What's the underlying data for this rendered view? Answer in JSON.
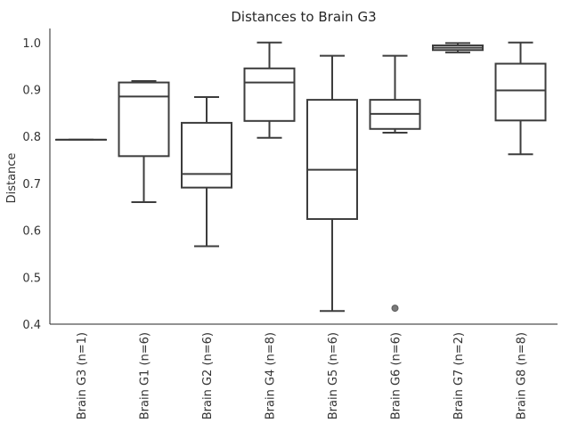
{
  "chart_data": {
    "type": "box",
    "title": "Distances to Brain G3",
    "xlabel": "",
    "ylabel": "Distance",
    "ylim": [
      0.4,
      1.03
    ],
    "yticks": [
      "0.4",
      "0.5",
      "0.6",
      "0.7",
      "0.8",
      "0.9",
      "1.0"
    ],
    "grid": false,
    "categories": [
      "Brain G3 (n=1)",
      "Brain G1 (n=6)",
      "Brain G2 (n=6)",
      "Brain G4 (n=8)",
      "Brain G5 (n=6)",
      "Brain G6 (n=6)",
      "Brain G7 (n=2)",
      "Brain G8 (n=8)"
    ],
    "boxes": [
      {
        "whisker_low": 0.793,
        "q1": 0.793,
        "median": 0.793,
        "q3": 0.793,
        "whisker_high": 0.793,
        "fliers": []
      },
      {
        "whisker_low": 0.66,
        "q1": 0.758,
        "median": 0.885,
        "q3": 0.915,
        "whisker_high": 0.918,
        "fliers": []
      },
      {
        "whisker_low": 0.566,
        "q1": 0.691,
        "median": 0.72,
        "q3": 0.829,
        "whisker_high": 0.884,
        "fliers": []
      },
      {
        "whisker_low": 0.797,
        "q1": 0.833,
        "median": 0.915,
        "q3": 0.945,
        "whisker_high": 1.0,
        "fliers": []
      },
      {
        "whisker_low": 0.428,
        "q1": 0.624,
        "median": 0.729,
        "q3": 0.878,
        "whisker_high": 0.972,
        "fliers": []
      },
      {
        "whisker_low": 0.808,
        "q1": 0.816,
        "median": 0.848,
        "q3": 0.878,
        "whisker_high": 0.972,
        "fliers": [
          0.434
        ]
      },
      {
        "whisker_low": 0.979,
        "q1": 0.984,
        "median": 0.989,
        "q3": 0.994,
        "whisker_high": 0.999,
        "fliers": []
      },
      {
        "whisker_low": 0.762,
        "q1": 0.834,
        "median": 0.898,
        "q3": 0.955,
        "whisker_high": 1.0,
        "fliers": []
      }
    ]
  }
}
